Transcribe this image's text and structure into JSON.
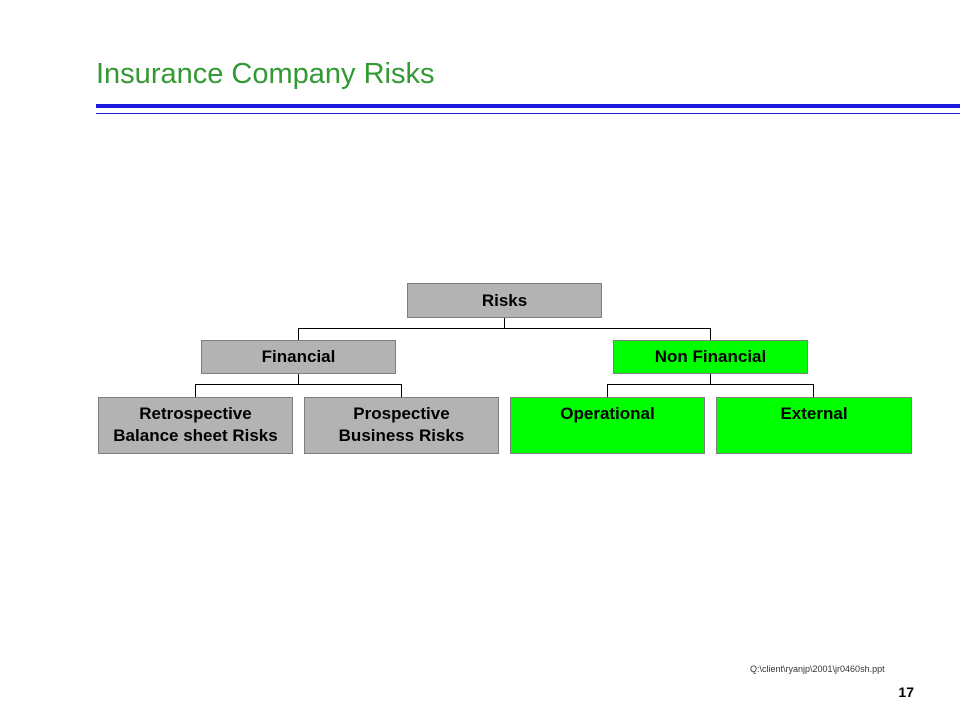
{
  "slide": {
    "title": "Insurance Company Risks",
    "footer_path": "Q:\\client\\ryanjp\\2001\\jr0460sh.ppt",
    "page_number": "17"
  },
  "diagram": {
    "root": "Risks",
    "level1": [
      "Financial",
      "Non Financial"
    ],
    "level2": [
      "Retrospective\nBalance sheet Risks",
      "Prospective\nBusiness Risks",
      "Operational",
      "External"
    ]
  },
  "colors": {
    "title": "#339933",
    "rule": "#1a1adc",
    "grey_box": "#b3b3b3",
    "green_box": "#00ff00"
  }
}
